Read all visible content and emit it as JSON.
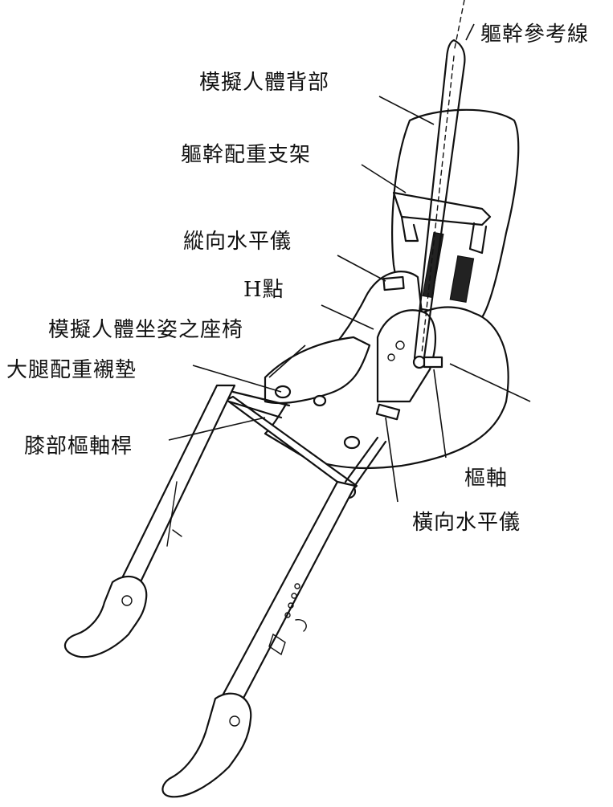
{
  "labels": {
    "torso_reference_line": "軀幹參考線",
    "manikin_back": "模擬人體背部",
    "torso_weight_hanger": "軀幹配重支架",
    "longitudinal_level": "縱向水平儀",
    "h_point": "H點",
    "seat_pan": "模擬人體坐姿之座椅",
    "thigh_weight_pad": "大腿配重襯墊",
    "knee_pivot_bar": "膝部樞軸桿",
    "pivot": "樞軸",
    "lateral_level": "橫向水平儀"
  }
}
